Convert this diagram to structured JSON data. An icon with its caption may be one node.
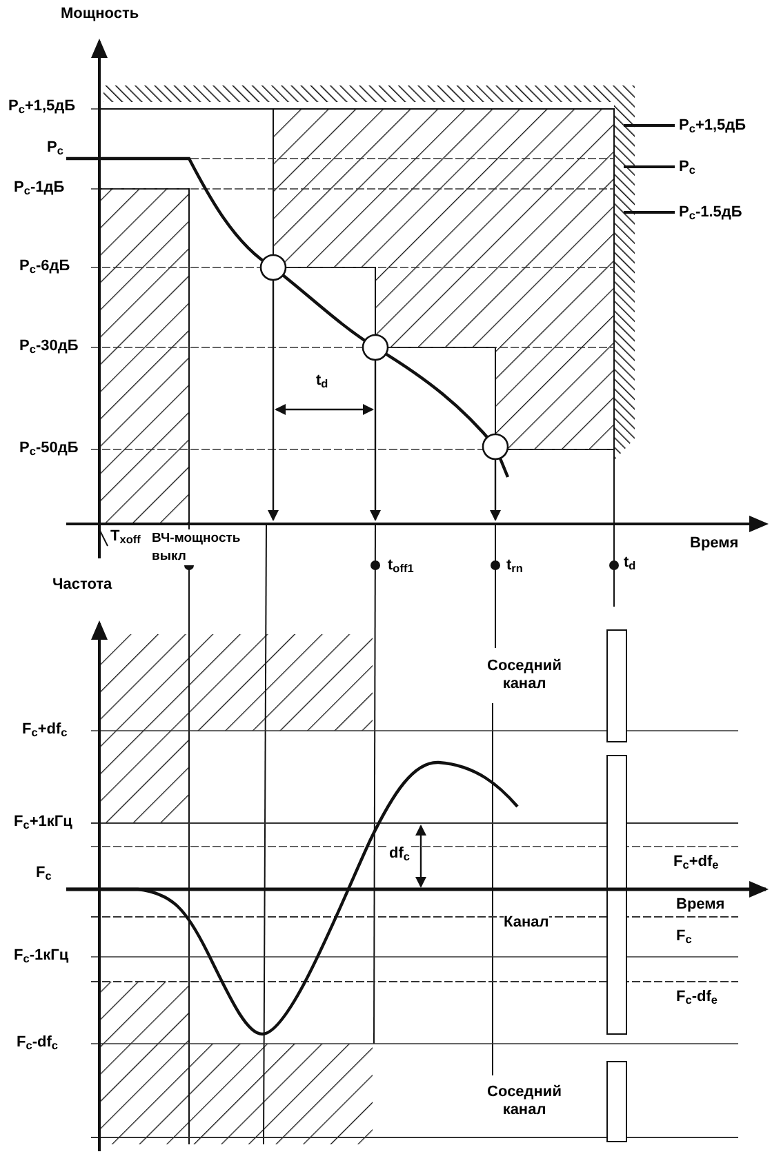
{
  "diagram": {
    "nodes": [
      {
        "text": [],
        "shape": "circle"
      },
      {
        "text": [],
        "shape": "circle"
      },
      {
        "text": [],
        "shape": "circle"
      },
      {
        "text": [
          "P$_{c}$+1,5дБ"
        ]
      },
      {
        "text": [
          "P$_{c}$"
        ]
      },
      {
        "text": [
          "P$_{c}$-1.5дБ"
        ]
      }
    ],
    "edges": [
      {
        "from": 0,
        "to": null,
        "arrow": "to"
      },
      {
        "from": 1,
        "to": null,
        "arrow": "to"
      },
      {
        "from": 2,
        "to": null,
        "arrow": "to"
      },
      {
        "from": 3,
        "to": null,
        "arrow": "none"
      },
      {
        "from": 4,
        "to": null,
        "arrow": "none"
      },
      {
        "from": 5,
        "to": null,
        "arrow": "none"
      }
    ],
    "labels": [
      "Мощность",
      "P$_{c}$+1,5дБ",
      "P$_{c}$",
      "P$_{c}$-1дБ",
      "P$_{c}$-6дБ",
      "P$_{c}$-30дБ",
      "t$_{d}$",
      "P$_{c}$-50дБ",
      "Время",
      "T$_{xoff}$",
      "ВЧ-мощность выкл",
      "t$_{off1}$",
      "t$_{rn}$",
      "t$_{d}$",
      "Частота",
      "F$_{c}$+df$_{c}$",
      "Соседний канал",
      "F$_{c}$+1кГц",
      "df$_{c}$",
      "F$_{c}$+df$_{e}$",
      "F$_{c}$",
      "Время",
      "Канал",
      "F$_{c}$",
      "F$_{c}$-1кГц",
      "F$_{c}$-df$_{e}$",
      "F$_{c}$-df$_{c}$",
      "Соседний канал"
    ]
  }
}
